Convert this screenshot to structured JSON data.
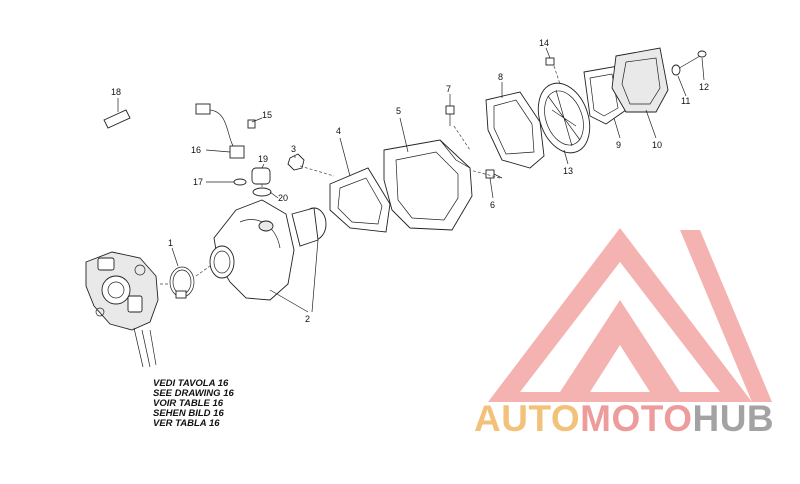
{
  "diagram": {
    "callouts": [
      "1",
      "2",
      "3",
      "4",
      "5",
      "6",
      "7",
      "8",
      "9",
      "10",
      "11",
      "12",
      "13",
      "14",
      "15",
      "16",
      "17",
      "18",
      "19",
      "20"
    ],
    "note_lines": [
      "VEDI TAVOLA 16",
      "SEE DRAWING 16",
      "VOIR TABLE 16",
      "SEHEN BILD 16",
      "VER TABLA 16"
    ]
  },
  "watermark": {
    "brand_parts": [
      "AUTO",
      "MOTO",
      "HUB"
    ],
    "colors": {
      "triangle": "#f1a6a6",
      "auto": "#f3c27a",
      "moto": "#ee9b9b",
      "hub": "#a3a3a3"
    }
  }
}
